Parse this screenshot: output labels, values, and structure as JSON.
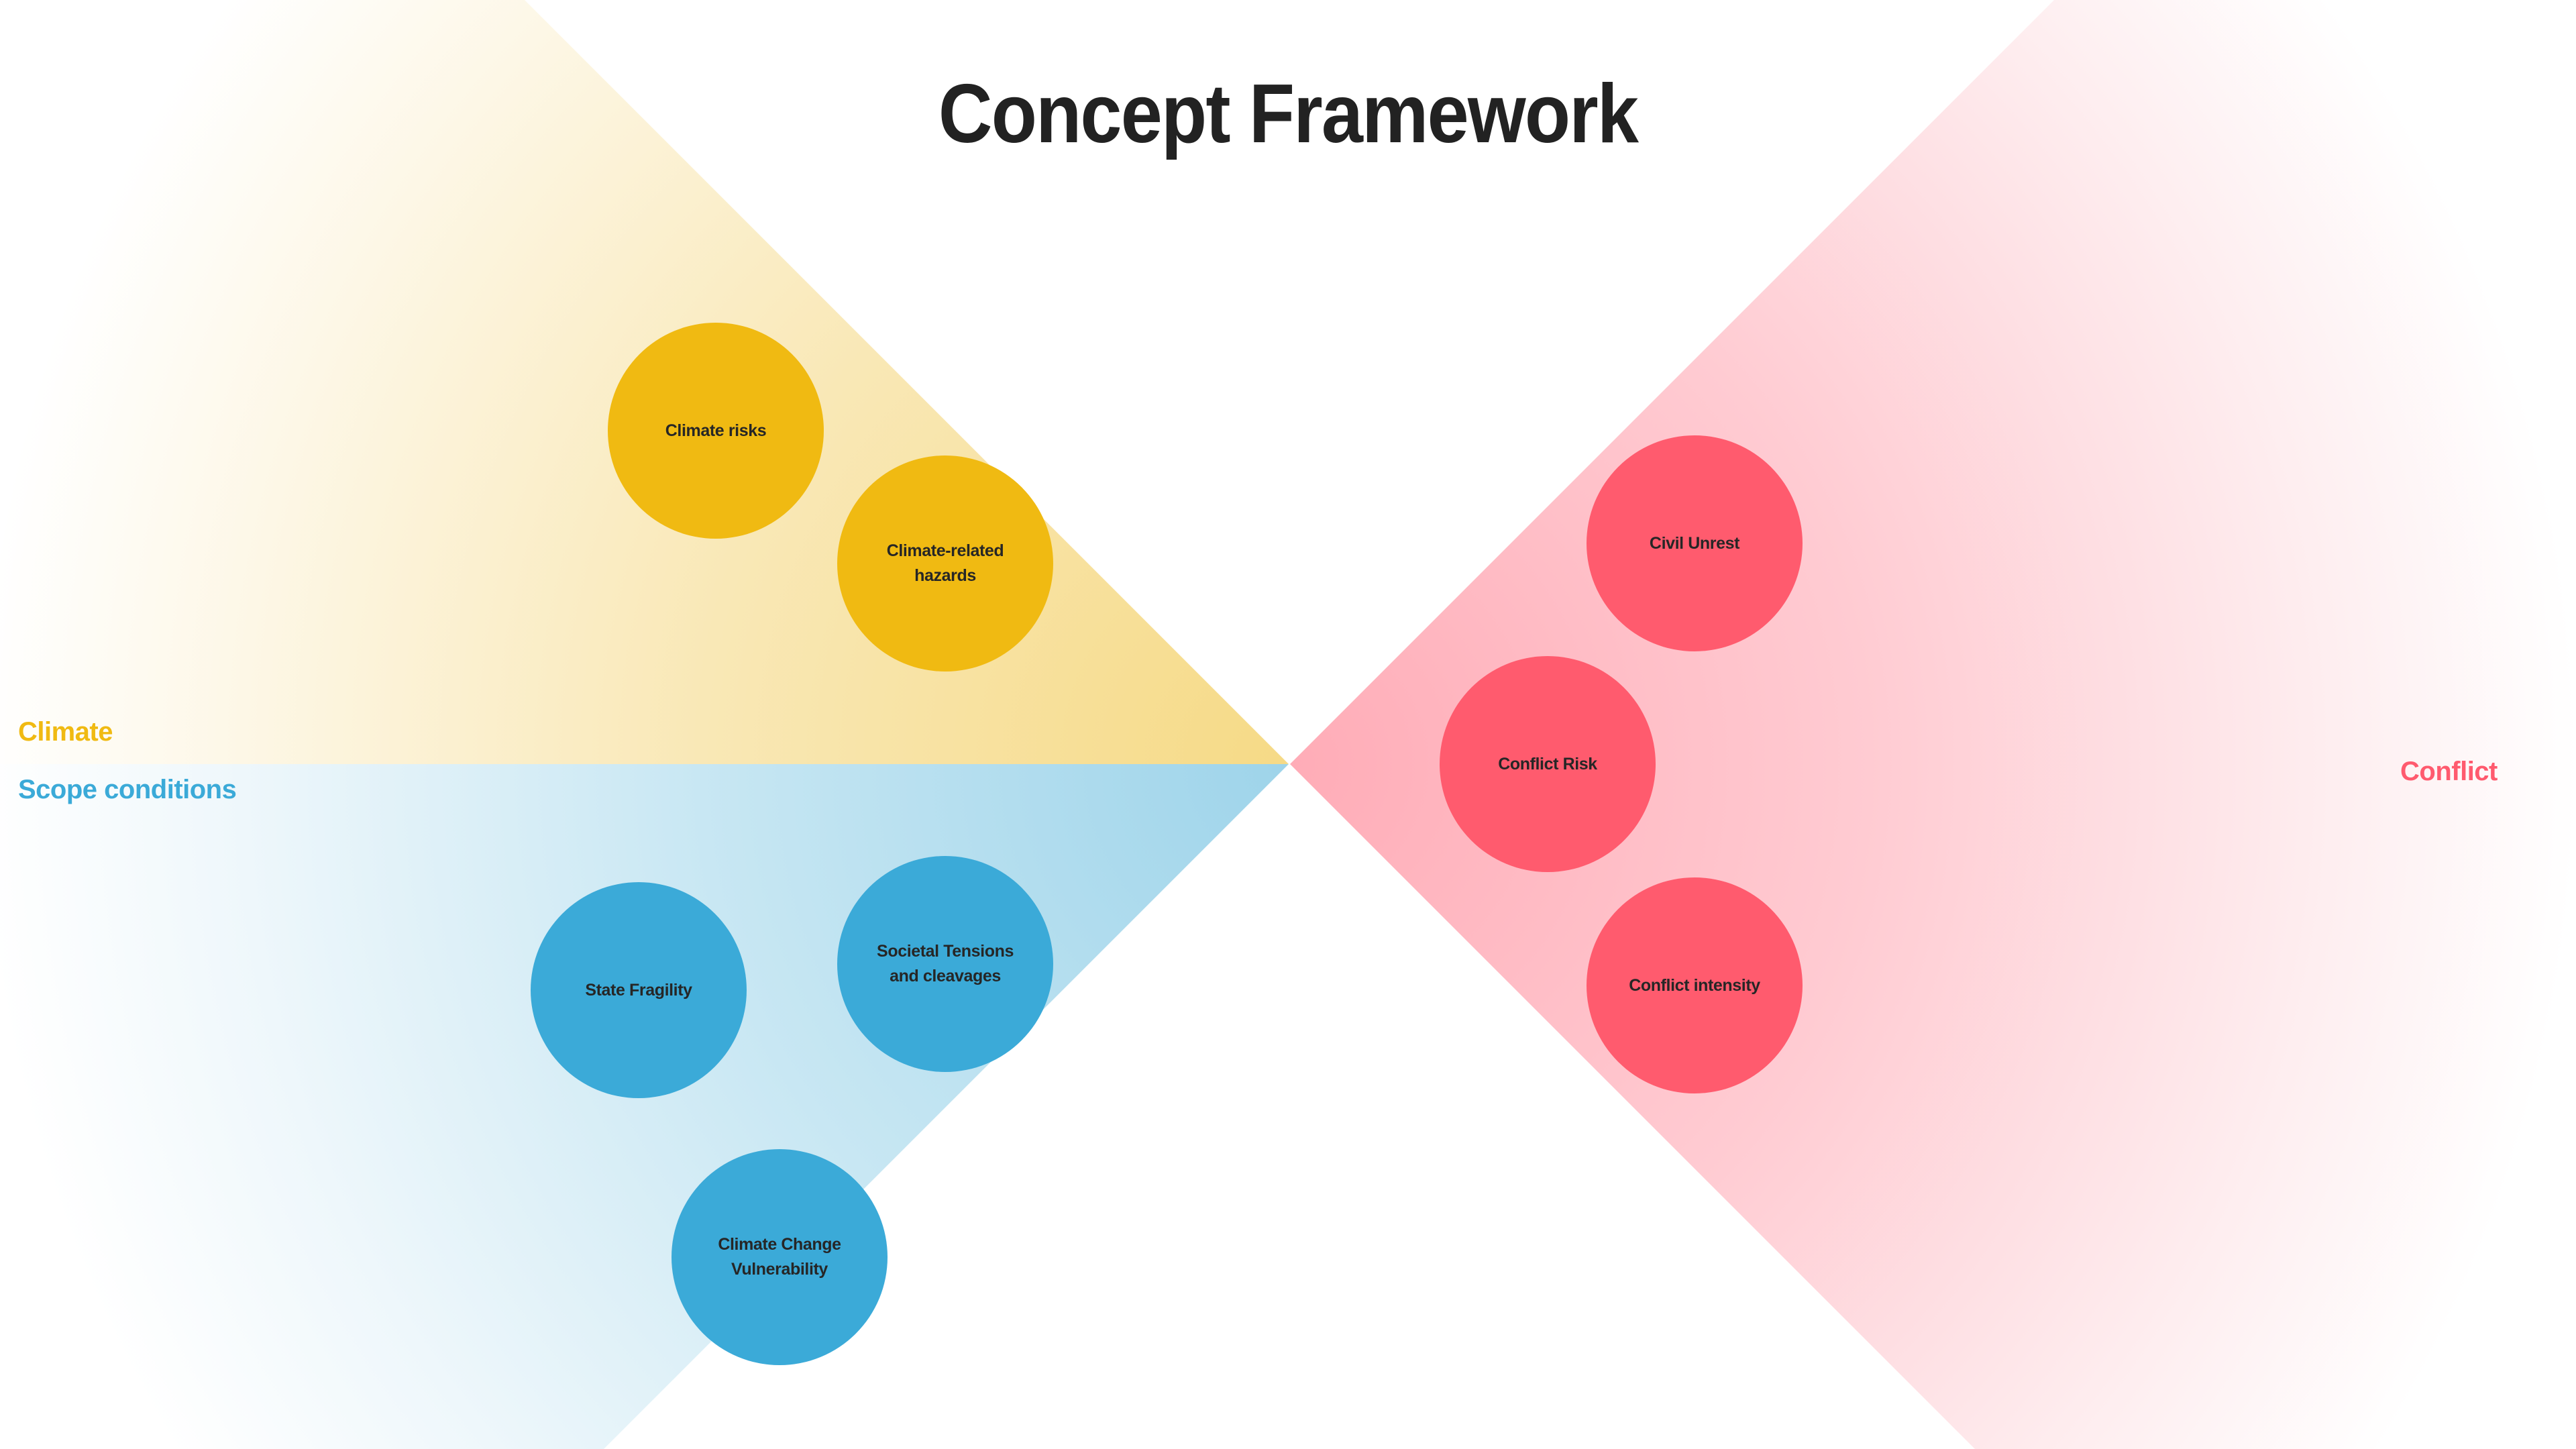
{
  "title": "Concept Framework",
  "sections": {
    "climate": {
      "label": "Climate",
      "color": "#F0BA12"
    },
    "scope": {
      "label": "Scope conditions",
      "color": "#3BAAD8"
    },
    "conflict": {
      "label": "Conflict",
      "color": "#FF5A6E"
    }
  },
  "nodes": {
    "climate_risks": {
      "line1": "Climate risks",
      "line2": ""
    },
    "climate_hazards": {
      "line1": "Climate-related",
      "line2": "hazards"
    },
    "state_fragility": {
      "line1": "State Fragility",
      "line2": ""
    },
    "societal": {
      "line1": "Societal Tensions",
      "line2": "and cleavages"
    },
    "cc_vulnerability": {
      "line1": "Climate Change",
      "line2": "Vulnerability"
    },
    "civil_unrest": {
      "line1": "Civil Unrest",
      "line2": ""
    },
    "conflict_risk": {
      "line1": "Conflict Risk",
      "line2": ""
    },
    "conflict_intensity": {
      "line1": "Conflict intensity",
      "line2": ""
    }
  }
}
